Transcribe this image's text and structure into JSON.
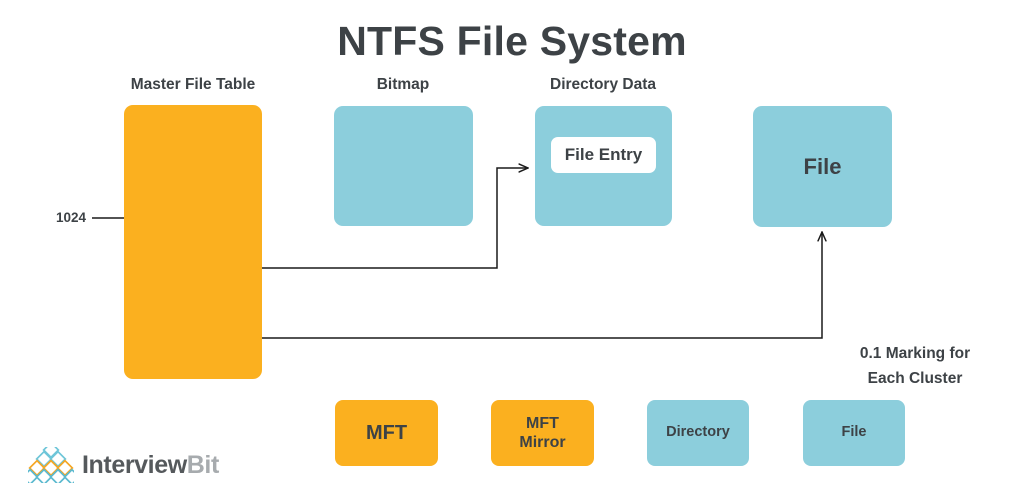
{
  "page": {
    "title": "NTFS File System",
    "background_color": "#ffffff",
    "text_color": "#3d4246",
    "accent_orange": "#fbb01f",
    "accent_blue": "#8ccedc",
    "line_color": "#1a1a1a"
  },
  "columns": [
    {
      "id": "master-file-table",
      "caption": "Master File Table"
    },
    {
      "id": "bitmap",
      "caption": "Bitmap"
    },
    {
      "id": "directory-data",
      "caption": "Directory Data"
    }
  ],
  "diagram": {
    "mft": {
      "caption": "Master File Table",
      "size_label": "1024",
      "color": "#fbb01f"
    },
    "bitmap": {
      "caption": "Bitmap",
      "color": "#8ccedc"
    },
    "directory_data": {
      "caption": "Directory Data",
      "color": "#8ccedc",
      "entry_label": "File Entry"
    },
    "file": {
      "label": "File",
      "color": "#8ccedc"
    },
    "cluster_note": {
      "line1": "0.1 Marking for",
      "line2": "Each Cluster"
    }
  },
  "legend": [
    {
      "label": "MFT",
      "color": "#fbb01f",
      "size": "lg"
    },
    {
      "label": "MFT\nMirror",
      "line1": "MFT",
      "line2": "Mirror",
      "color": "#fbb01f",
      "size": "md"
    },
    {
      "label": "Directory",
      "color": "#8ccedc",
      "size": "sm"
    },
    {
      "label": "File",
      "color": "#8ccedc",
      "size": "sm"
    }
  ],
  "brand": {
    "name_primary": "Interview",
    "name_secondary": "Bit",
    "logo_colors": [
      "#6ec6d9",
      "#f5a623",
      "#5bb9cf"
    ]
  }
}
